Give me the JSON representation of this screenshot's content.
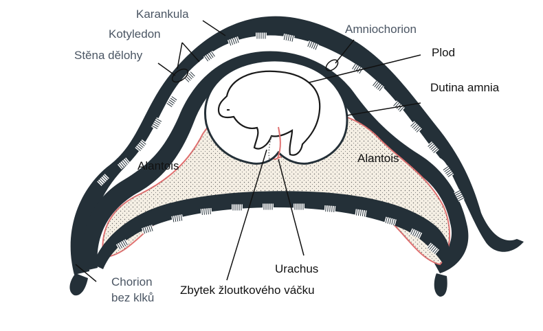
{
  "labels": {
    "karankula": "Karankula",
    "kotyledon": "Kotyledon",
    "stena_delohy": "Stěna dělohy",
    "amniochorion": "Amniochorion",
    "plod": "Plod",
    "dutina_amnia": "Dutina amnia",
    "alantois_left": "Alantois",
    "alantois_right": "Alantois",
    "urachus": "Urachus",
    "zbytek": "Zbytek žloutkového váčku",
    "chorion_line1": "Chorion",
    "chorion_line2": "bez klků"
  },
  "colors": {
    "wall": "#243038",
    "allantois_fill": "#f5efe4",
    "red_membrane": "#e07070",
    "label_grey": "#4a5563",
    "label_black": "#111111",
    "cotyledon_light": "#ffffff"
  }
}
